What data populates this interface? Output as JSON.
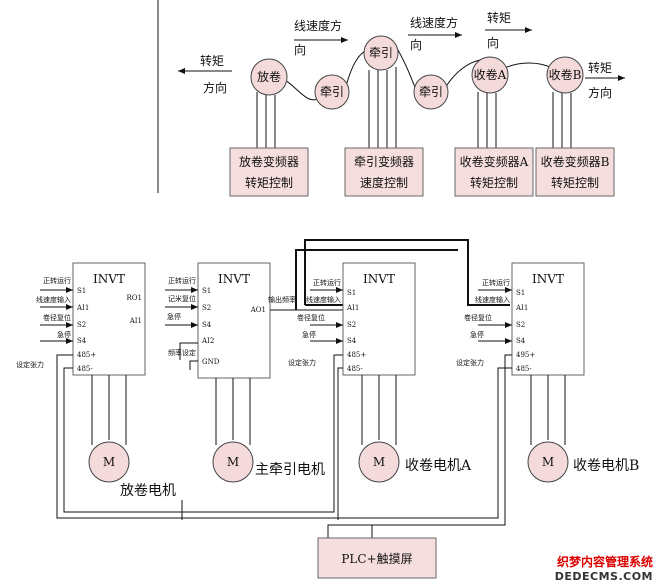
{
  "top": {
    "labels": {
      "torque_left": "转矩",
      "dir_left": "方向",
      "speed_dir_1a": "线速度方",
      "speed_dir_1b": "向",
      "speed_dir_2a": "线速度方",
      "speed_dir_2b": "向",
      "torque_r1": "转矩",
      "dir_r1": "向",
      "torque_r2": "转矩",
      "dir_r2": "方向"
    },
    "rollers": {
      "unwind": "放卷",
      "pull1": "牵引",
      "pull2": "牵引",
      "pull3": "牵引",
      "windA": "收卷A",
      "windB": "收卷B"
    },
    "boxes": {
      "unwind_l1": "放卷变频器",
      "unwind_l2": "转矩控制",
      "pull_l1": "牵引变频器",
      "pull_l2": "速度控制",
      "windA_l1": "收卷变频器A",
      "windA_l2": "转矩控制",
      "windB_l1": "收卷变频器B",
      "windB_l2": "转矩控制"
    }
  },
  "bottom": {
    "inv1": {
      "title": "INVT",
      "pins_left": [
        "S1",
        "AI1",
        "S2",
        "S4",
        "485+",
        "485-"
      ],
      "pins_right": [
        "RO1",
        "AI1"
      ],
      "signals": [
        "正转运行",
        "线速度输入",
        "卷径复位",
        "急停",
        "设定张力"
      ],
      "motor": "M",
      "motor_label": "放卷电机"
    },
    "inv2": {
      "title": "INVT",
      "pins_left": [
        "S1",
        "S2",
        "S4",
        "AI2",
        "GND"
      ],
      "pins_right": [
        "AO1"
      ],
      "signals": [
        "正转运行",
        "记米复位",
        "急停",
        "频率设定"
      ],
      "motor": "M",
      "motor_label": "主牵引电机"
    },
    "inv3": {
      "title": "INVT",
      "pins_left": [
        "S1",
        "AI1",
        "S2",
        "S4",
        "485+",
        "485-"
      ],
      "signals": [
        "正转运行",
        "线速度输入",
        "卷径复位",
        "急停",
        "设定张力"
      ],
      "out_label": "输出频率",
      "motor": "M",
      "motor_label": "收卷电机A"
    },
    "inv4": {
      "title": "INVT",
      "pins_left": [
        "S1",
        "AI1",
        "S2",
        "S4",
        "495+",
        "485-"
      ],
      "signals": [
        "正转运行",
        "线速度输入",
        "卷径复位",
        "急停",
        "设定张力"
      ],
      "motor": "M",
      "motor_label": "收卷电机B"
    },
    "plc": "PLC+触摸屏"
  },
  "watermark": {
    "line1": "织梦内容管理系统",
    "line2": "DEDECMS.COM"
  }
}
